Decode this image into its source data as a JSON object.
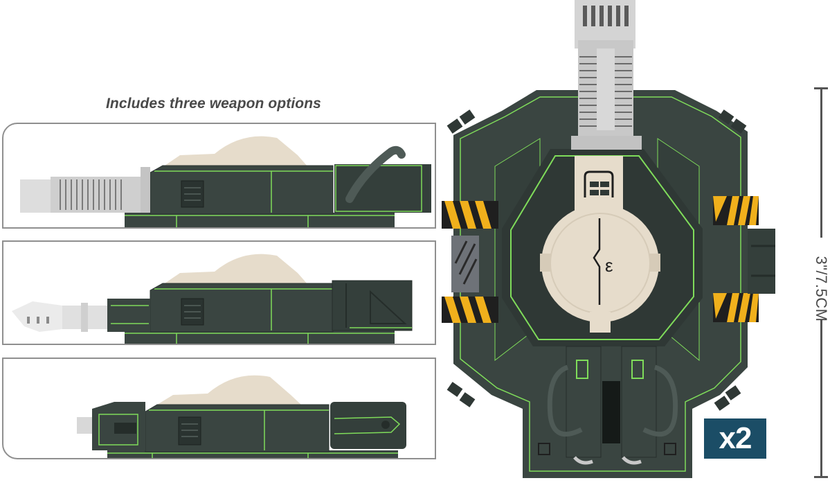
{
  "caption": "Includes three weapon options",
  "weapon_options": [
    {
      "index": 1,
      "name": "weapon-option-1",
      "description": "Turret with long ribbed silver barrel and rear hose"
    },
    {
      "index": 2,
      "name": "weapon-option-2",
      "description": "Turret with short silver claw-tipped barrel and rear box"
    },
    {
      "index": 3,
      "name": "weapon-option-3",
      "description": "Turret with compact green-outlined weapon housing"
    }
  ],
  "measurement": {
    "label": "3\"/7.5CM"
  },
  "quantity_badge": {
    "label": "x2",
    "color": "#1b4d66"
  },
  "colors": {
    "hull": "#3a4541",
    "edge_highlight": "#7fdc5a",
    "bone": "#e6dccb",
    "metal": "#c9c9c9",
    "hazard_yellow": "#f0b01c",
    "panel_border": "#8f8f8f",
    "caption_text": "#4a4a4a"
  }
}
